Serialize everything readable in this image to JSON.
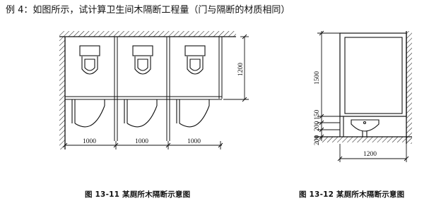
{
  "intro": "例 4：如图所示，试计算卫生间木隔断工程量（门与隔断的材质相同）",
  "figure1": {
    "caption": "图 13-11  某厕所木隔断示意图",
    "dim_height": "1200",
    "dim_widths": [
      "1000",
      "1000",
      "1000"
    ]
  },
  "figure2": {
    "caption": "图 13-12  某厕所木隔断示意图",
    "dim_heights": [
      "1500",
      "150",
      "200",
      "200"
    ],
    "dim_width": "1200"
  }
}
